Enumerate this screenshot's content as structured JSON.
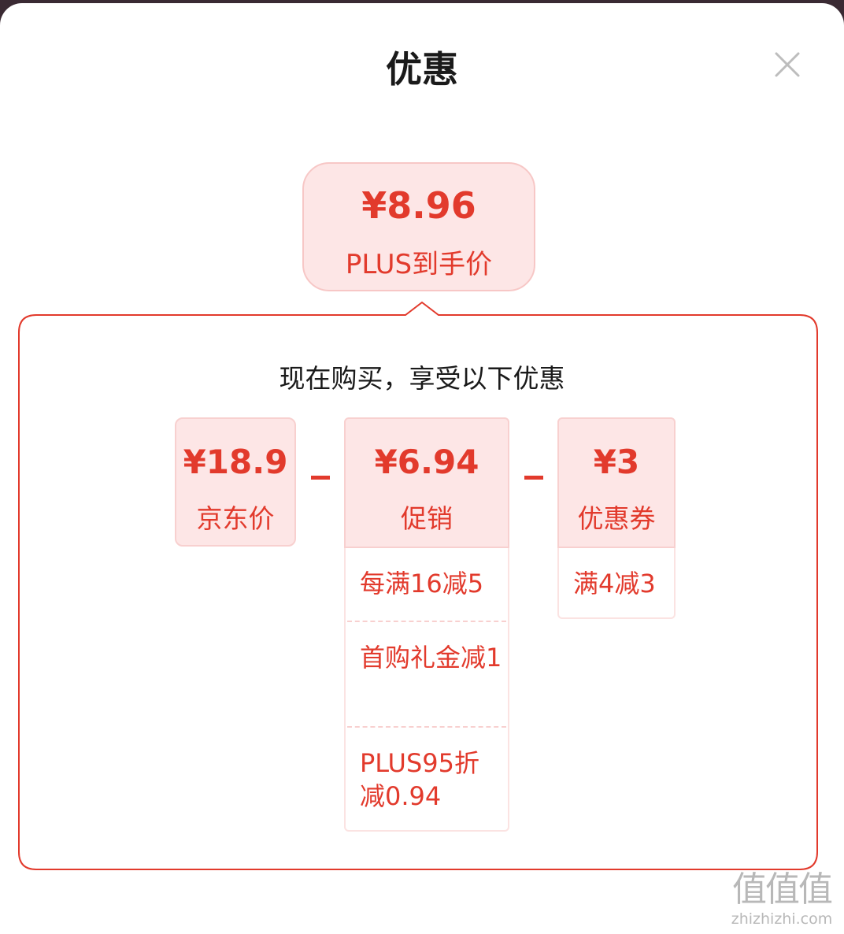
{
  "header": {
    "title": "优惠"
  },
  "final": {
    "price": "¥8.96",
    "label": "PLUS到手价"
  },
  "subtitle": "现在购买，享受以下优惠",
  "breakdown": {
    "jd": {
      "amount": "¥18.9",
      "label": "京东价"
    },
    "promo": {
      "amount": "¥6.94",
      "label": "促销",
      "items": [
        "每满16减5",
        "首购礼金减1",
        "PLUS95折减0.94"
      ]
    },
    "coupon": {
      "amount": "¥3",
      "label": "优惠券",
      "items": [
        "满4减3"
      ]
    },
    "operator": "−"
  },
  "watermark": {
    "logo": "值值值",
    "url": "zhizhizhi.com"
  },
  "colors": {
    "accent": "#e23a2c",
    "card_bg": "#fde6e6",
    "border": "#f8d0cf"
  },
  "icons": {
    "close": "close-icon"
  }
}
